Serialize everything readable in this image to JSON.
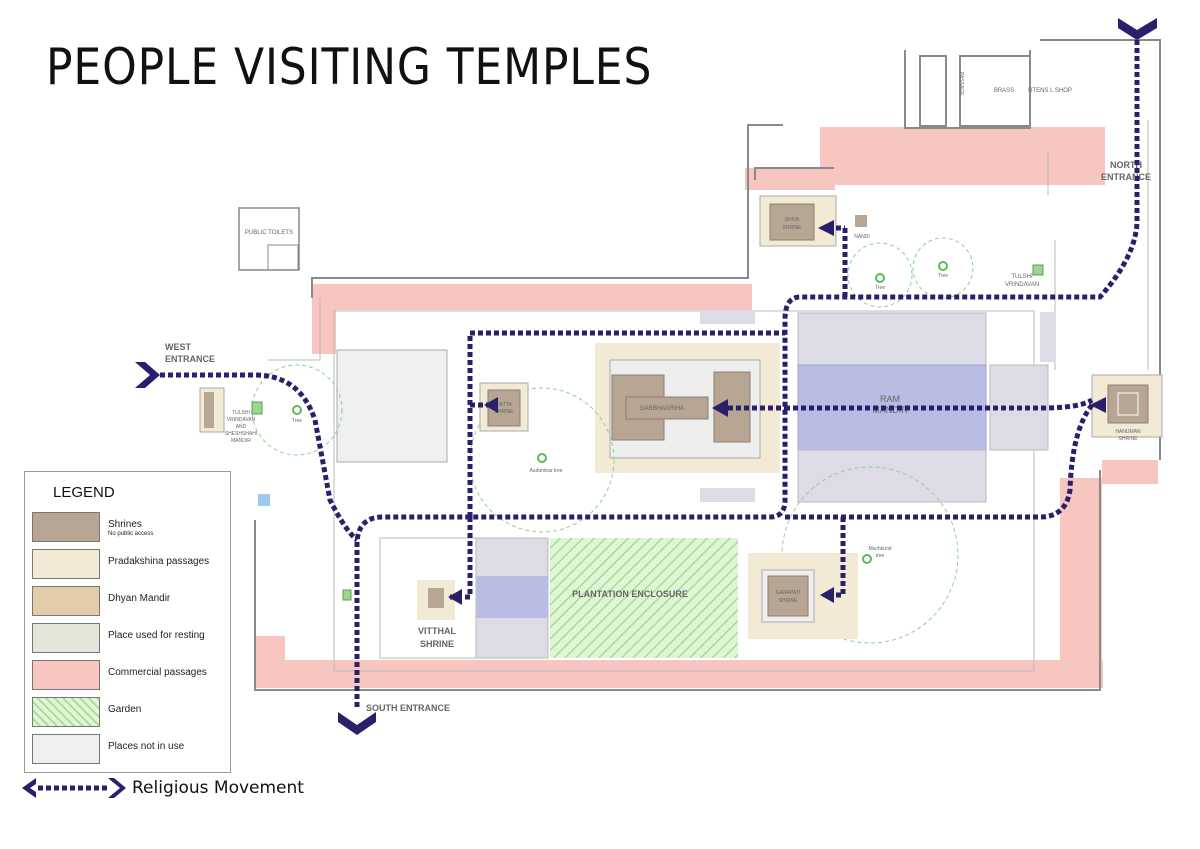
{
  "title": "PEOPLE VISITING TEMPLES",
  "labels": {
    "public_toilets": "PUBLIC TOILETS",
    "passage": "PASSAGE",
    "brass": "BRASS",
    "utensil_shop": "UTENS L SHOP",
    "north_entrance_1": "NORTH",
    "north_entrance_2": "ENTRANCE",
    "west_entrance_1": "WEST",
    "west_entrance_2": "ENTRANCE",
    "south_entrance": "SOUTH ENTRANCE",
    "shiva_1": "SHIVA",
    "shiva_2": "SHRINE",
    "nandi": "NANDI",
    "tree_1": "Tree",
    "tree_2": "Tree",
    "tulshi_vrindavan_1": "TULSHI",
    "tulshi_vrindavan_2": "VRINDAVAN",
    "tulshi_west_1": "TULSHI",
    "tulshi_west_2": "VRINDAVAN",
    "tulshi_west_3": "AND",
    "tulshi_west_4": "SHESHSHAHI",
    "tulshi_west_5": "MANDIR",
    "tree_west": "Tree",
    "datta_1": "DATTA",
    "datta_2": "SHRINE",
    "audumbar": "Audumbar tree",
    "garbhagriha": "GARBHAGRIHA",
    "ram_1": "RAM",
    "ram_2": "MANDIR",
    "hanuman_1": "HANUMAN",
    "hanuman_2": "SHRINE",
    "muchkund_1": "Muchkund",
    "muchkund_2": "tree",
    "ganapati_1": "GANAPATI",
    "ganapati_2": "SHRINE",
    "plantation": "PLANTATION ENCLOSURE",
    "vitthal_1": "VITTHAL",
    "vitthal_2": "SHRINE"
  },
  "legend": {
    "title": "LEGEND",
    "items": [
      {
        "label": "Shrines",
        "sub": "No public access",
        "color": "#b7a693"
      },
      {
        "label": "Pradakshina passages",
        "sub": "",
        "color": "#f3ead6"
      },
      {
        "label": "Dhyan Mandir",
        "sub": "",
        "color": "#e3ccaa"
      },
      {
        "label": "Place used for resting",
        "sub": "",
        "color": "#e3e6d8"
      },
      {
        "label": "Commercial passages",
        "sub": "",
        "color": "#f7c6c0"
      },
      {
        "label": "Garden",
        "sub": "",
        "color": "#c9ecbd"
      },
      {
        "label": "Places not in use",
        "sub": "",
        "color": "#efeff0"
      }
    ],
    "movement_label": "Religious Movement"
  },
  "colors": {
    "path": "#2a1f6b",
    "shrine": "#b7a693",
    "pradakshina": "#f3ead6",
    "commercial": "#f7c6c0",
    "garden": "#c9ecbd",
    "ram_center": "#b9bde3",
    "ram_side": "#dcdbe6",
    "unused": "#efeff0"
  }
}
